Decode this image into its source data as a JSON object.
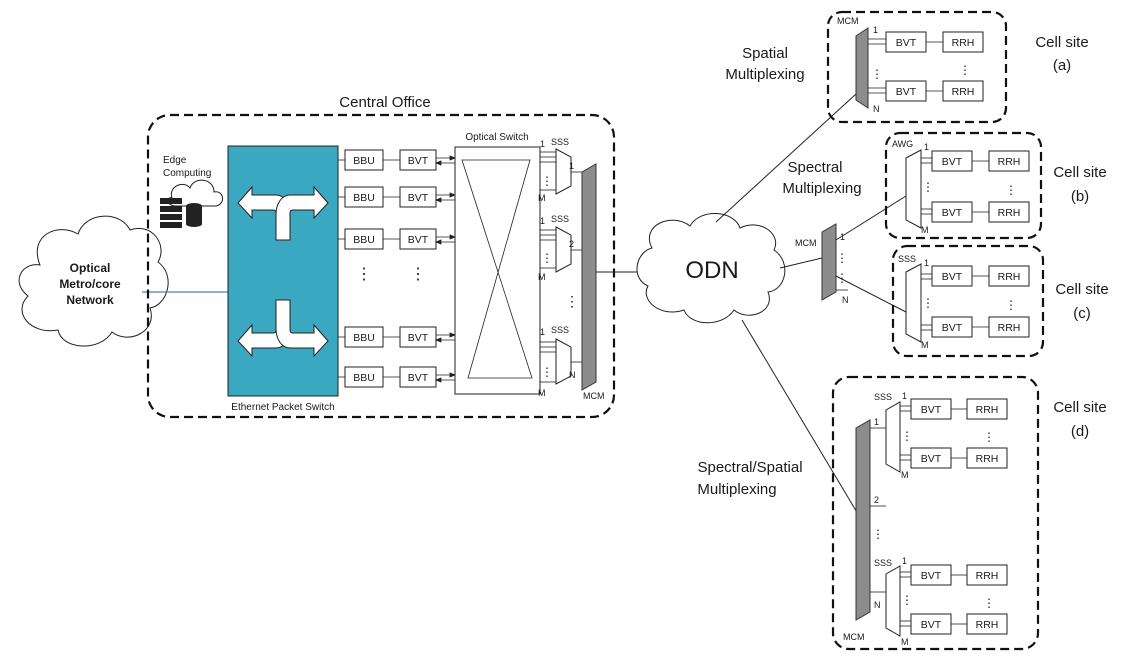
{
  "core": {
    "line1": "Optical",
    "line2": "Metro/core",
    "line3": "Network"
  },
  "central_office": {
    "title": "Central Office",
    "edge_line1": "Edge",
    "edge_line2": "Computing",
    "packet_switch": "Ethernet Packet Switch",
    "optical_switch": "Optical Switch",
    "bbu": "BBU",
    "bvt": "BVT",
    "sss": "SSS",
    "mcm": "MCM",
    "port_1": "1",
    "port_2": "2",
    "port_n": "N",
    "port_m": "M",
    "dots": "⋮"
  },
  "odn": "ODN",
  "links": {
    "spatial_1": "Spatial",
    "spatial_2": "Multiplexing",
    "spectral_1": "Spectral",
    "spectral_2": "Multiplexing",
    "specspat_1": "Spectral/Spatial",
    "specspat_2": "Multiplexing"
  },
  "cell_sites": {
    "title": "Cell site",
    "a": "(a)",
    "b": "(b)",
    "c": "(c)",
    "d": "(d)",
    "bvt": "BVT",
    "rrh": "RRH",
    "mcm": "MCM",
    "awg": "AWG",
    "sss": "SSS"
  },
  "colors": {
    "packet_switch": "#3aa8c1",
    "mcm": "#8c8c8c"
  }
}
